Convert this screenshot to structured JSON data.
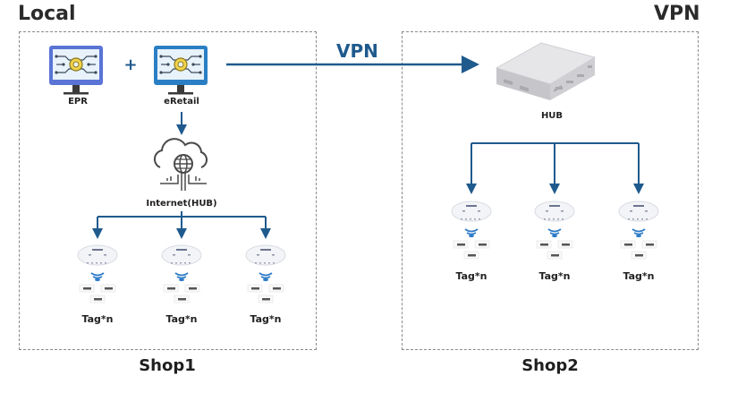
{
  "diagram": {
    "local_title": "Local",
    "vpn_title": "VPN",
    "link_label": "VPN",
    "plus_sign": "+",
    "colors": {
      "connector": "#1f5a8d",
      "box_border": "#8a8a8a"
    },
    "shop1": {
      "label": "Shop1",
      "systems": [
        {
          "label": "EPR",
          "icon": "monitor-gear-icon"
        },
        {
          "label": "eRetail",
          "icon": "monitor-gear-icon"
        }
      ],
      "gateway": {
        "label": "Internet(HUB)",
        "icon": "cloud-globe-icon"
      },
      "access_points": [
        {
          "tags_label": "Tag*n"
        },
        {
          "tags_label": "Tag*n"
        },
        {
          "tags_label": "Tag*n"
        }
      ]
    },
    "shop2": {
      "label": "Shop2",
      "gateway": {
        "label": "HUB",
        "icon": "hub-device-icon"
      },
      "access_points": [
        {
          "tags_label": "Tag*n"
        },
        {
          "tags_label": "Tag*n"
        },
        {
          "tags_label": "Tag*n"
        }
      ]
    }
  }
}
